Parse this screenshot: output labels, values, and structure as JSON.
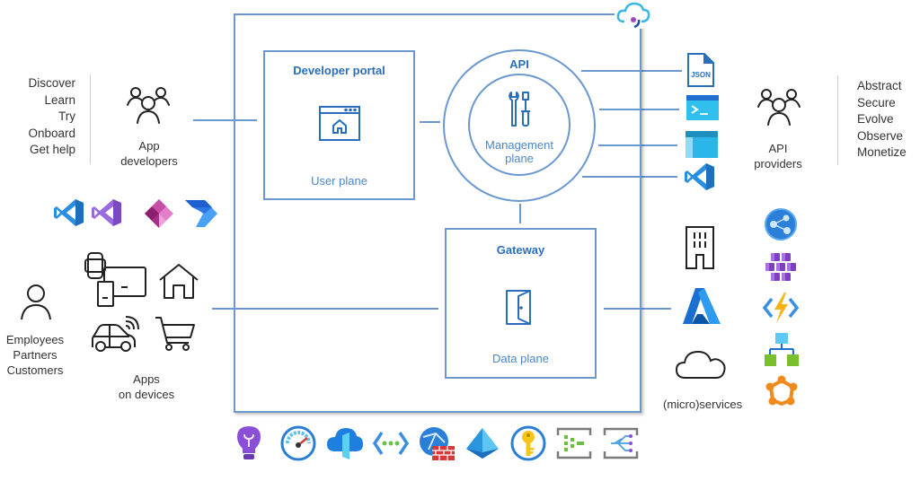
{
  "left_actions": [
    "Discover",
    "Learn",
    "Try",
    "Onboard",
    "Get help"
  ],
  "app_developers": {
    "line1": "App",
    "line2": "developers",
    "icon": "people-group-icon"
  },
  "developer_tools": [
    {
      "name": "visual-studio-code-icon",
      "color": "#2b8fe0"
    },
    {
      "name": "visual-studio-icon",
      "color": "#8a5bd6"
    },
    {
      "name": "power-apps-icon",
      "color": "#b6338f"
    },
    {
      "name": "power-automate-icon",
      "color": "#2f6fe0"
    }
  ],
  "end_users": {
    "line1": "Employees",
    "line2": "Partners",
    "line3": "Customers",
    "icon": "person-icon"
  },
  "apps_on_devices": {
    "line1": "Apps",
    "line2": "on devices",
    "icons": [
      "devices-icon",
      "home-icon",
      "connected-car-icon",
      "shopping-cart-icon"
    ]
  },
  "developer_portal": {
    "title": "Developer portal",
    "subtitle": "User plane",
    "icon": "browser-home-icon"
  },
  "api": {
    "title": "API",
    "subtitle_line1": "Management",
    "subtitle_line2": "plane",
    "icon": "tools-icon"
  },
  "gateway": {
    "title": "Gateway",
    "subtitle": "Data plane",
    "icon": "door-icon"
  },
  "api_tools": [
    {
      "name": "json-file-icon",
      "label": "JSON"
    },
    {
      "name": "terminal-icon"
    },
    {
      "name": "portal-window-icon"
    },
    {
      "name": "visual-studio-code-icon"
    }
  ],
  "api_providers": {
    "line1": "API",
    "line2": "providers",
    "icon": "people-group-icon"
  },
  "right_actions": [
    "Abstract",
    "Secure",
    "Evolve",
    "Observe",
    "Monetize"
  ],
  "backend": {
    "label": "(micro)services",
    "icons_left": [
      "building-icon",
      "azure-logo-icon",
      "cloud-icon"
    ],
    "icons_right": [
      "app-service-icon",
      "kubernetes-icon",
      "functions-icon",
      "logic-apps-icon",
      "service-fabric-icon"
    ]
  },
  "api_management_logo": "api-management-cloud-icon",
  "bottom_services": [
    "application-insights-icon",
    "monitor-icon",
    "storage-icon",
    "virtual-network-icon",
    "web-application-firewall-icon",
    "active-directory-icon",
    "key-vault-icon",
    "event-hubs-icon",
    "event-grid-icon"
  ],
  "colors": {
    "line": "#6a98cf",
    "title": "#2a6ebb",
    "subtitle": "#4d86c6"
  }
}
